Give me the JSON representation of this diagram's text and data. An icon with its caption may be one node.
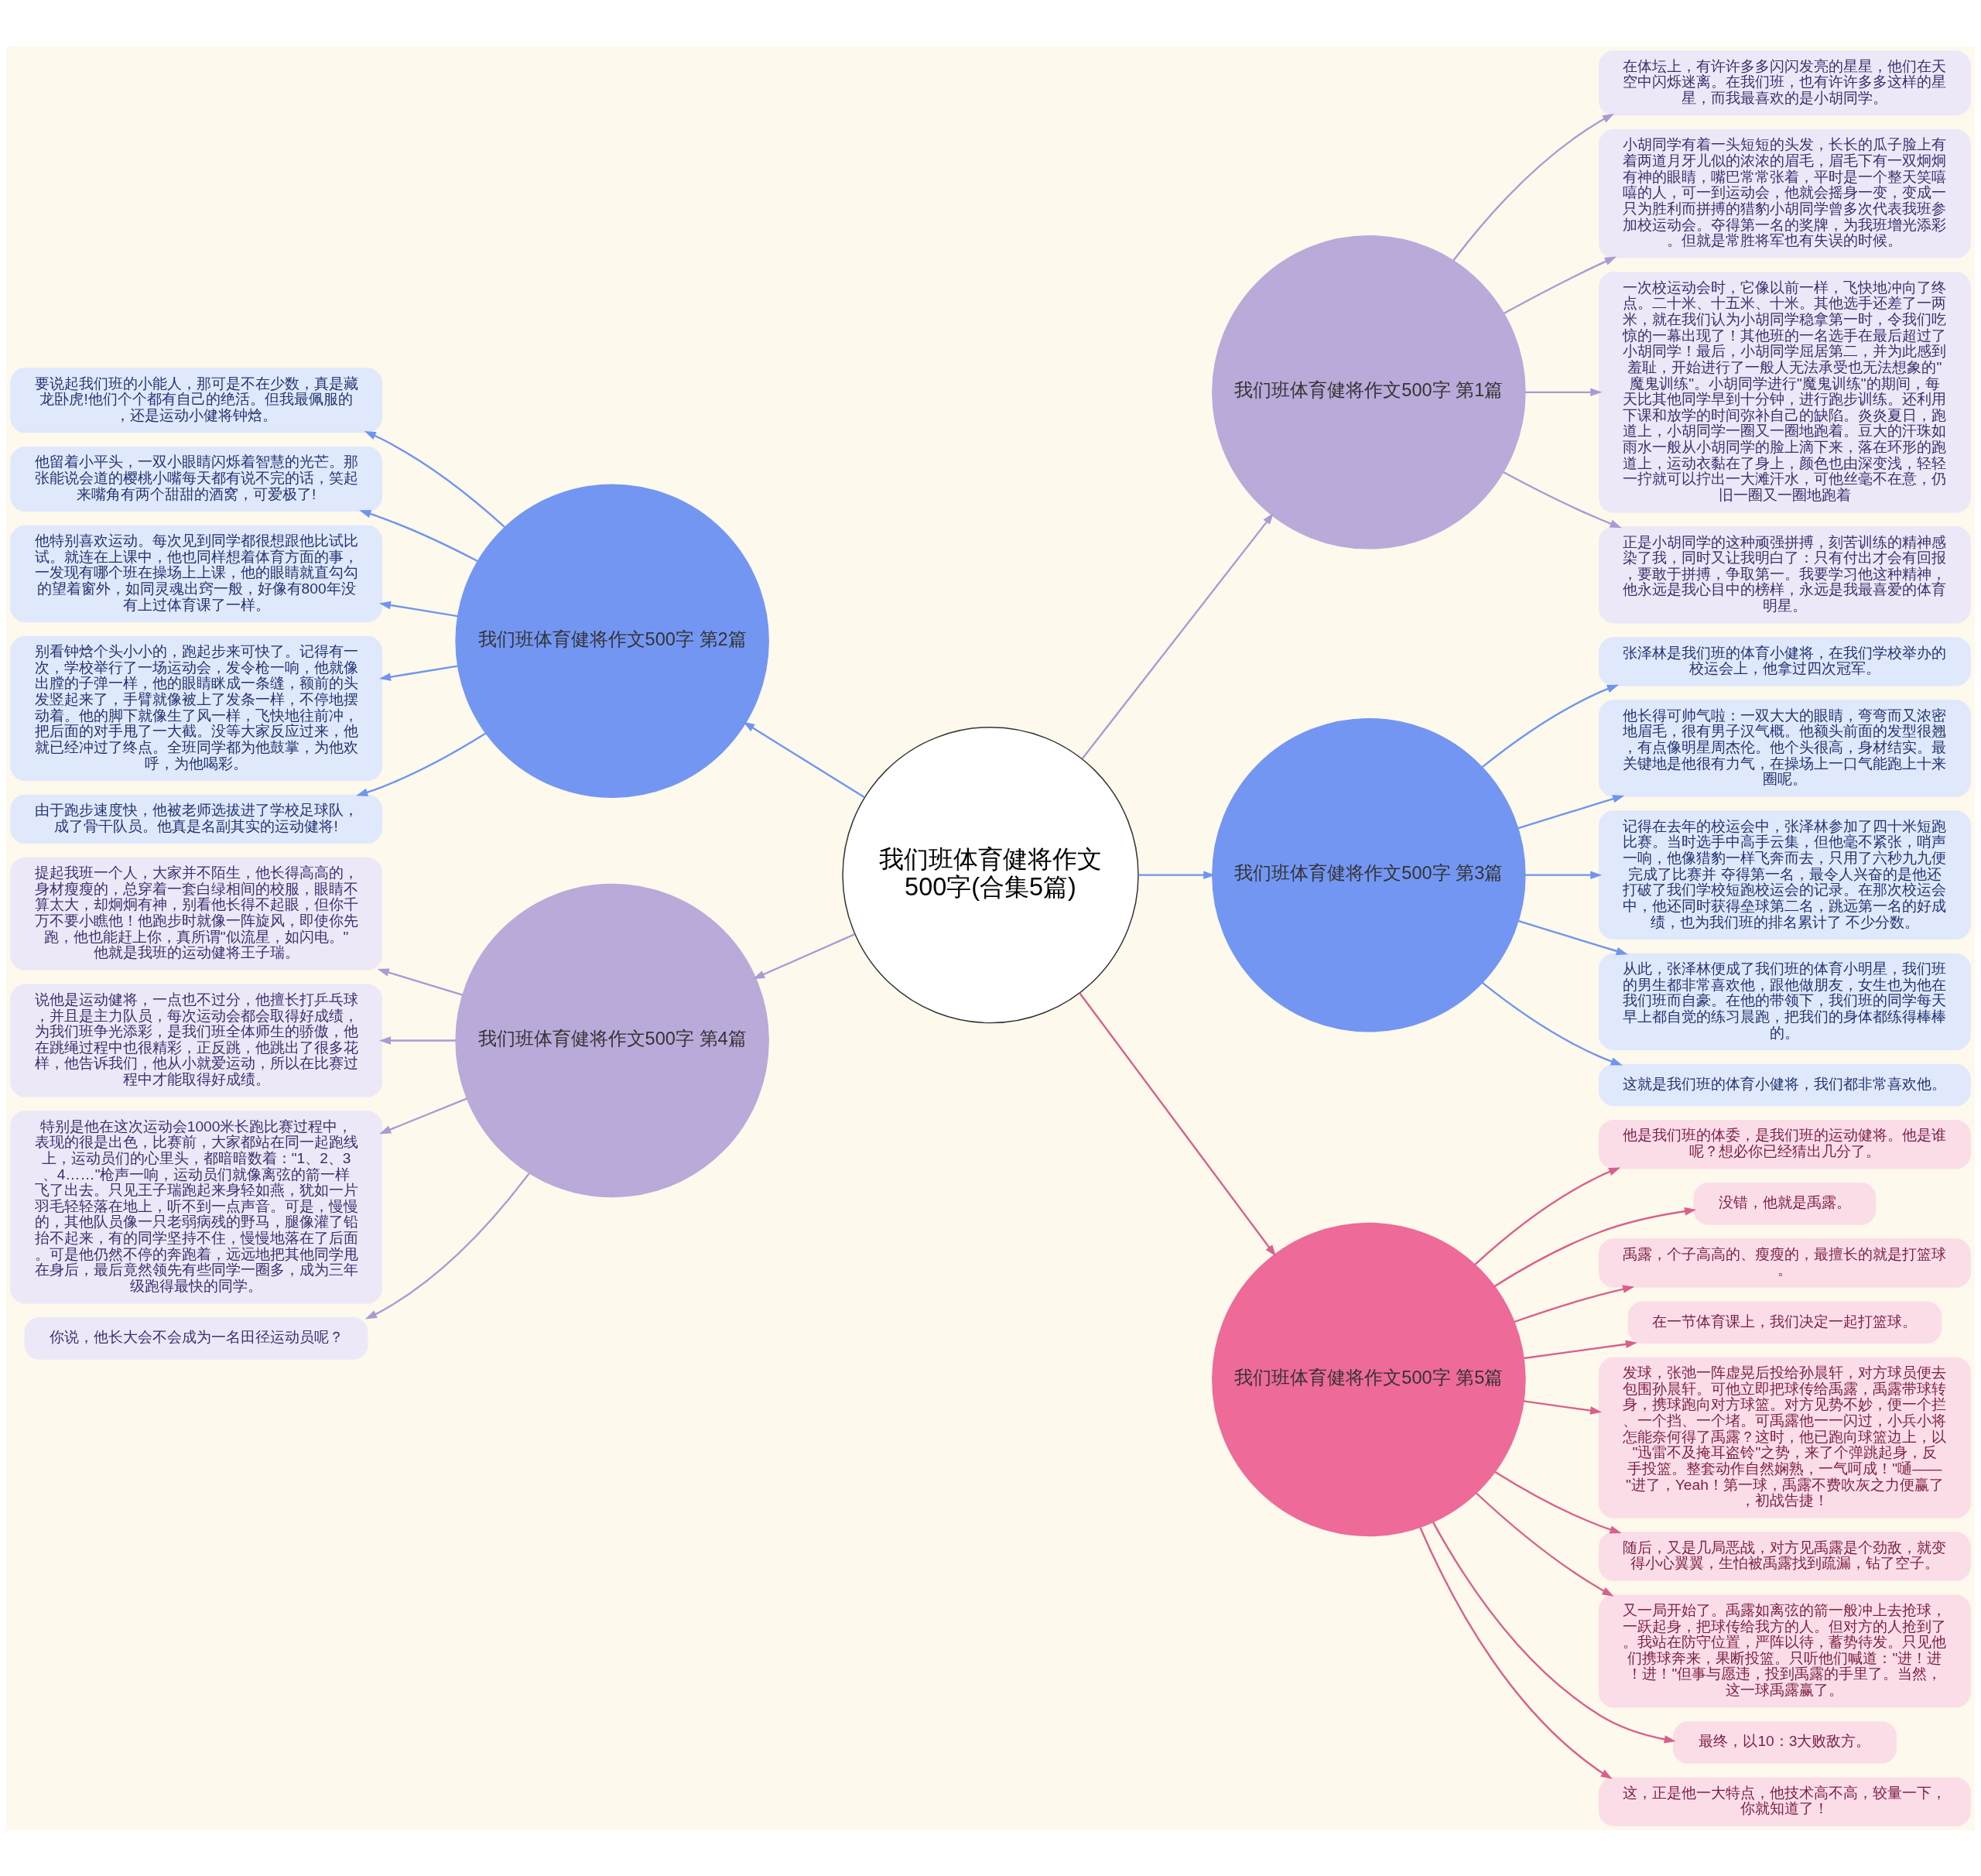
{
  "diagram": {
    "nodes": [
      {
        "text": [
          "我们班体育健将作文500字(合集5篇)"
        ]
      },
      {
        "text": [
          "我们班体育健将作文500字 第1篇"
        ]
      },
      {
        "text": [
          "在体坛上，有许许多多闪闪发亮的星星，他们在天空中闪烁迷离。在我们班，也有许许多多这样的星星，而我最喜欢的是小胡同学。"
        ]
      },
      {
        "text": [
          "小胡同学有着一头短短的头发，长长的瓜子脸上有着两道月牙儿似的浓浓的眉毛，眉毛下有一双炯炯有神的眼睛，嘴巴常常张着，平时是一个整天笑嘻嘻的人，可一到运动会，他就会摇身一变，变成一只为胜利而拼搏的猎豹小胡同学曾多次代表我班参加校运动会。夺得第一名的奖牌，为我班增光添彩。但就是常胜将军也有失误的时候。"
        ]
      },
      {
        "text": [
          "一次校运动会时，它像以前一样，飞快地冲向了终点。二十米、十五米、十米。其他选手还差了一两米，就在我们认为小胡同学稳拿第一时，令我们吃惊的一幕出现了！其他班的一名选手在最后超过了小胡同学！最后，小胡同学屈居第二，并为此感到羞耻，开始进行了一般人无法承受也无法想象的\"魔鬼训练\"。小胡同学进行\"魔鬼训练\"的期间，每天比其他同学早到十分钟，进行跑步训练。还利用下课和放学的时间弥补自己的缺陷。炎炎夏日，跑道上，小胡同学一圈又一圈地跑着。豆大的汗珠如雨水一般从小胡同学的脸上滴下来，落在环形的跑道上，运动衣黏在了身上，颜色也由深变浅，轻轻一拧就可以拧出一大滩汗水，可他丝毫不在意，仍旧一圈又一圈地跑着"
        ]
      },
      {
        "text": [
          "正是小胡同学的这种顽强拼搏，刻苦训练的精神感染了我，同时又让我明白了：只有付出才会有回报，要敢于拼搏，争取第一。我要学习他这种精神，他永远是我心目中的榜样，永远是我最喜爱的体育明星。"
        ]
      },
      {
        "text": [
          "我们班体育健将作文500字 第2篇"
        ]
      },
      {
        "text": [
          "要说起我们班的小能人，那可是不在少数，真是藏龙卧虎!他们个个都有自己的绝活。但我最佩服的，还是运动小健将钟焓。"
        ]
      },
      {
        "text": [
          "他留着小平头，一双小眼睛闪烁着智慧的光芒。那张能说会道的樱桃小嘴每天都有说不完的话，笑起来嘴角有两个甜甜的酒窝，可爱极了!"
        ]
      },
      {
        "text": [
          "他特别喜欢运动。每次见到同学都很想跟他比试比试。就连在上课中，他也同样想着体育方面的事，一发现有哪个班在操场上上课，他的眼睛就直勾勾的望着窗外，如同灵魂出窍一般，好像有800年没有上过体育课了一样。"
        ]
      },
      {
        "text": [
          "别看钟焓个头小小的，跑起步来可快了。记得有一次，学校举行了一场运动会，发令枪一响，他就像出膛的子弹一样，他的眼睛眯成一条缝，额前的头发竖起来了，手臂就像被上了发条一样，不停地摆动着。他的脚下就像生了风一样，飞快地往前冲，把后面的对手甩了一大截。没等大家反应过来，他就已经冲过了终点。全班同学都为他鼓掌，为他欢呼，为他喝彩。"
        ]
      },
      {
        "text": [
          "由于跑步速度快，他被老师选拔进了学校足球队，成了骨干队员。他真是名副其实的运动健将!"
        ]
      },
      {
        "text": [
          "我们班体育健将作文500字 第3篇"
        ]
      },
      {
        "text": [
          "张泽林是我们班的体育小健将，在我们学校举办的校运会上，他拿过四次冠军。"
        ]
      },
      {
        "text": [
          "他长得可帅气啦：一双大大的眼睛，弯弯而又浓密地眉毛，很有男子汉气概。他额头前面的发型很翘，有点像明星周杰伦。他个头很高，身材结实。最关键地是他很有力气，在操场上一口气能跑上十来圈呢。"
        ]
      },
      {
        "text": [
          "记得在去年的校运会中，张泽林参加了四十米短跑比赛。当时选手中高手云集，但他毫不紧张，哨声一响，他像猎豹一样飞奔而去，只用了六秒九九便完成了比赛并 夺得第一名，最令人兴奋的是他还打破了我们学校短跑校运会的记录。在那次校运会中，他还同时获得垒球第二名，跳远第一名的好成绩，也为我们班的排名累计了 不少分数。"
        ]
      },
      {
        "text": [
          "从此，张泽林便成了我们班的体育小明星，我们班的男生都非常喜欢他，跟他做朋友，女生也为他在我们班而自豪。在他的带领下，我们班的同学每天早上都自觉的练习晨跑，把我们的身体都练得棒棒的。"
        ]
      },
      {
        "text": [
          "这就是我们班的体育小健将，我们都非常喜欢他。"
        ]
      },
      {
        "text": [
          "我们班体育健将作文500字 第4篇"
        ]
      },
      {
        "text": [
          "提起我班一个人，大家并不陌生，他长得高高的，身材瘦瘦的，总穿着一套白绿相间的校服，眼睛不算太大，却炯炯有神，别看他长得不起眼，但你千万不要小瞧他！他跑步时就像一阵旋风，即使你先跑，他也能赶上你，真所谓\"似流星，如闪电。\"他就是我班的运动健将王子瑞。"
        ]
      },
      {
        "text": [
          "说他是运动健将，一点也不过分，他擅长打乒乓球，并且是主力队员，每次运动会都会取得好成绩，为我们班争光添彩，是我们班全体师生的骄傲，他在跳绳过程中也很精彩，正反跳，他跳出了很多花样，他告诉我们，他从小就爱运动，所以在比赛过程中才能取得好成绩。"
        ]
      },
      {
        "text": [
          "特别是他在这次运动会1000米长跑比赛过程中，表现的很是出色，比赛前，大家都站在同一起跑线上，运动员们的心里头，都暗暗数着：\"1、2、3、4……\"枪声一响，运动员们就像离弦的箭一样飞了出去。只见王子瑞跑起来身轻如燕，犹如一片羽毛轻轻落在地上，听不到一点声音。可是，慢慢的，其他队员像一只老弱病残的野马，腿像灌了铅抬不起来，有的同学坚持不住，慢慢地落在了后面。可是他仍然不停的奔跑着，远远地把其他同学甩在身后，最后竟然领先有些同学一圈多，成为三年级跑得最快的同学。"
        ]
      },
      {
        "text": [
          "你说，他长大会不会成为一名田径运动员呢？"
        ]
      },
      {
        "text": [
          "我们班体育健将作文500字 第5篇"
        ]
      },
      {
        "text": [
          "他是我们班的体委，是我们班的运动健将。他是谁呢？想必你已经猜出几分了。"
        ]
      },
      {
        "text": [
          "没错，他就是禹露。"
        ]
      },
      {
        "text": [
          "禹露，个子高高的、瘦瘦的，最擅长的就是打篮球。"
        ]
      },
      {
        "text": [
          "在一节体育课上，我们决定一起打篮球。"
        ]
      },
      {
        "text": [
          "发球，张弛一阵虚晃后投给孙晨轩，对方球员便去包围孙晨轩。可他立即把球传给禹露，禹露带球转身，携球跑向对方球篮。对方见势不妙，便一个拦、一个挡、一个堵。可禹露他一一闪过，小兵小将怎能奈何得了禹露？这时，他已跑向球篮边上，以\"迅雷不及掩耳盗铃\"之势，来了个弹跳起身，反手投篮。整套动作自然娴熟，一气呵成！\"嗵——\"进了，Yeah！第一球，禹露不费吹灰之力便赢了，初战告捷！"
        ]
      },
      {
        "text": [
          "随后，又是几局恶战，对方见禹露是个劲敌，就变得小心翼翼，生怕被禹露找到疏漏，钻了空子。"
        ]
      },
      {
        "text": [
          "又一局开始了。禹露如离弦的箭一般冲上去抢球，一跃起身，把球传给我方的人。但对方的人抢到了。我站在防守位置，严阵以待，蓄势待发。只见他们携球奔来，果断投篮。只听他们喊道：\"进！进！进！\"但事与愿违，投到禹露的手里了。当然，这一球禹露赢了。"
        ]
      },
      {
        "text": [
          "最终，以10：3大败敌方。"
        ]
      },
      {
        "text": [
          "这，正是他一大特点，他技术高不高，较量一下，你就知道了！"
        ]
      }
    ],
    "edges": [
      {
        "from": 0,
        "to": 1,
        "arrow": "to",
        "color": "#a99bd2"
      },
      {
        "from": 1,
        "to": 2,
        "arrow": "to",
        "color": "#a99bd2"
      },
      {
        "from": 1,
        "to": 3,
        "arrow": "to",
        "color": "#a99bd2"
      },
      {
        "from": 1,
        "to": 4,
        "arrow": "to",
        "color": "#a99bd2"
      },
      {
        "from": 1,
        "to": 5,
        "arrow": "to",
        "color": "#a99bd2"
      },
      {
        "from": 0,
        "to": 6,
        "arrow": "to"
      },
      {
        "from": 6,
        "to": 7,
        "arrow": "to"
      },
      {
        "from": 6,
        "to": 8,
        "arrow": "to"
      },
      {
        "from": 6,
        "to": 9,
        "arrow": "to"
      },
      {
        "from": 6,
        "to": 10,
        "arrow": "to"
      },
      {
        "from": 6,
        "to": 11,
        "arrow": "to"
      },
      {
        "from": 0,
        "to": 12,
        "arrow": "to"
      },
      {
        "from": 12,
        "to": 13,
        "arrow": "to"
      },
      {
        "from": 12,
        "to": 14,
        "arrow": "to"
      },
      {
        "from": 12,
        "to": 15,
        "arrow": "to"
      },
      {
        "from": 12,
        "to": 16,
        "arrow": "to"
      },
      {
        "from": 12,
        "to": 17,
        "arrow": "to"
      },
      {
        "from": 0,
        "to": 18,
        "arrow": "to",
        "color": "#a99bd2"
      },
      {
        "from": 18,
        "to": 19,
        "arrow": "to",
        "color": "#a99bd2"
      },
      {
        "from": 18,
        "to": 20,
        "arrow": "to",
        "color": "#a99bd2"
      },
      {
        "from": 18,
        "to": 21,
        "arrow": "to",
        "color": "#a99bd2"
      },
      {
        "from": 18,
        "to": 22,
        "arrow": "to",
        "color": "#a99bd2"
      },
      {
        "from": 0,
        "to": 23,
        "arrow": "to",
        "color": "#d9608c"
      },
      {
        "from": 23,
        "to": 24,
        "arrow": "to",
        "color": "#d9608c"
      },
      {
        "from": 23,
        "to": 25,
        "arrow": "to",
        "color": "#d9608c"
      },
      {
        "from": 23,
        "to": 26,
        "arrow": "to",
        "color": "#d9608c"
      },
      {
        "from": 23,
        "to": 27,
        "arrow": "to",
        "color": "#d9608c"
      },
      {
        "from": 23,
        "to": 28,
        "arrow": "to",
        "color": "#d9608c"
      },
      {
        "from": 23,
        "to": 29,
        "arrow": "to",
        "color": "#d9608c"
      },
      {
        "from": 23,
        "to": 30,
        "arrow": "to",
        "color": "#d9608c"
      },
      {
        "from": 23,
        "to": 31,
        "arrow": "to",
        "color": "#d9608c"
      },
      {
        "from": 23,
        "to": 32,
        "arrow": "to",
        "color": "#d9608c"
      }
    ]
  }
}
